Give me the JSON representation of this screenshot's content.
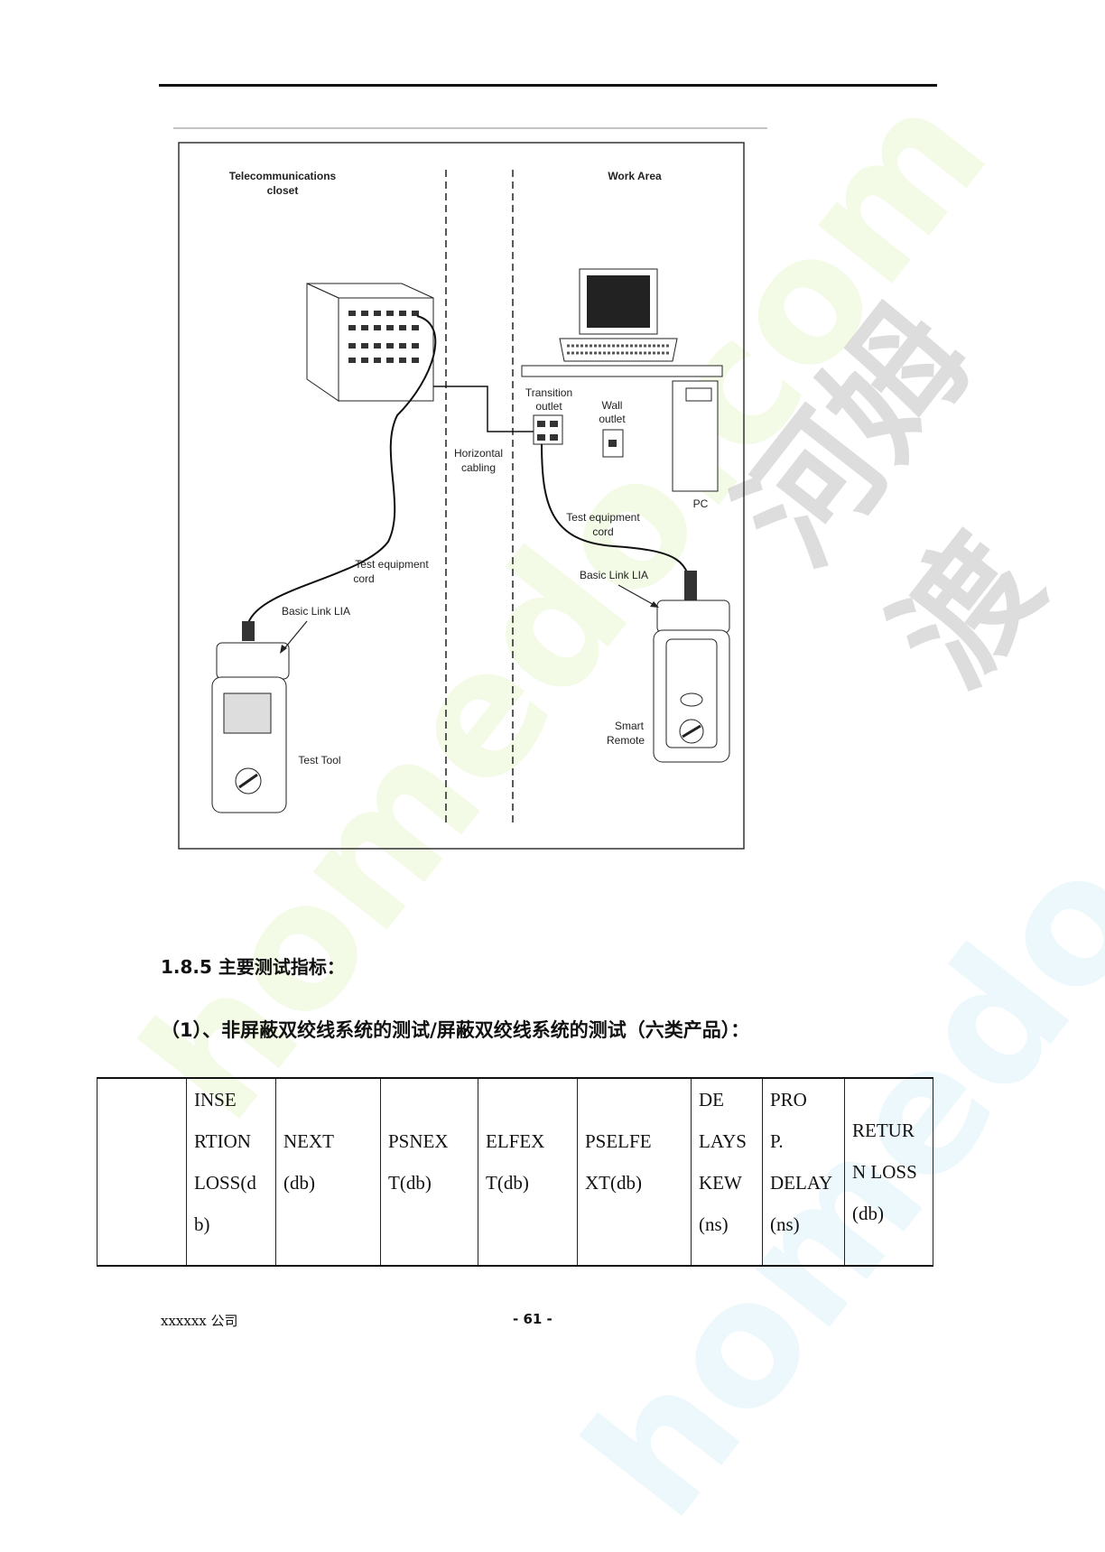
{
  "diagram": {
    "labels": {
      "closet": [
        "Telecommunications",
        "closet"
      ],
      "work_area": "Work Area",
      "transition_outlet": [
        "Transition",
        "outlet"
      ],
      "wall_outlet": [
        "Wall",
        "outlet"
      ],
      "horizontal_cabling": [
        "Horizontal",
        "cabling"
      ],
      "pc": "PC",
      "test_cord_right": [
        "Test equipment",
        "cord"
      ],
      "basic_link_right": "Basic Link LIA",
      "test_cord_left": [
        "Test equipment",
        "cord"
      ],
      "basic_link_left": "Basic Link LIA",
      "smart_remote": [
        "Smart",
        "Remote"
      ],
      "test_tool": "Test Tool"
    }
  },
  "section_heading": "1.8.5 主要测试指标：",
  "subheading": "（1）、非屏蔽双绞线系统的测试/屏蔽双绞线系统的测试（六类产品）：",
  "table": {
    "headers": [
      "",
      "  INSE\nRTION\nLOSS(d\nb)",
      "\n  NEXT\n(db)",
      "\n  PSNEX\nT(db)",
      "\n  ELFEX\nT(db)",
      "\n  PSELFE\nXT(db)",
      "   DE\nLAYS\nKEW\n(ns)",
      "  PRO\nP.\nDELAY\n(ns)",
      "  RETUR\nN   LOSS\n(db)"
    ]
  },
  "footer": {
    "company": "xxxxxx 公司",
    "page_number": "- 61 -"
  },
  "watermark": {
    "text": "homedo.com",
    "cn": "河姆渡"
  }
}
